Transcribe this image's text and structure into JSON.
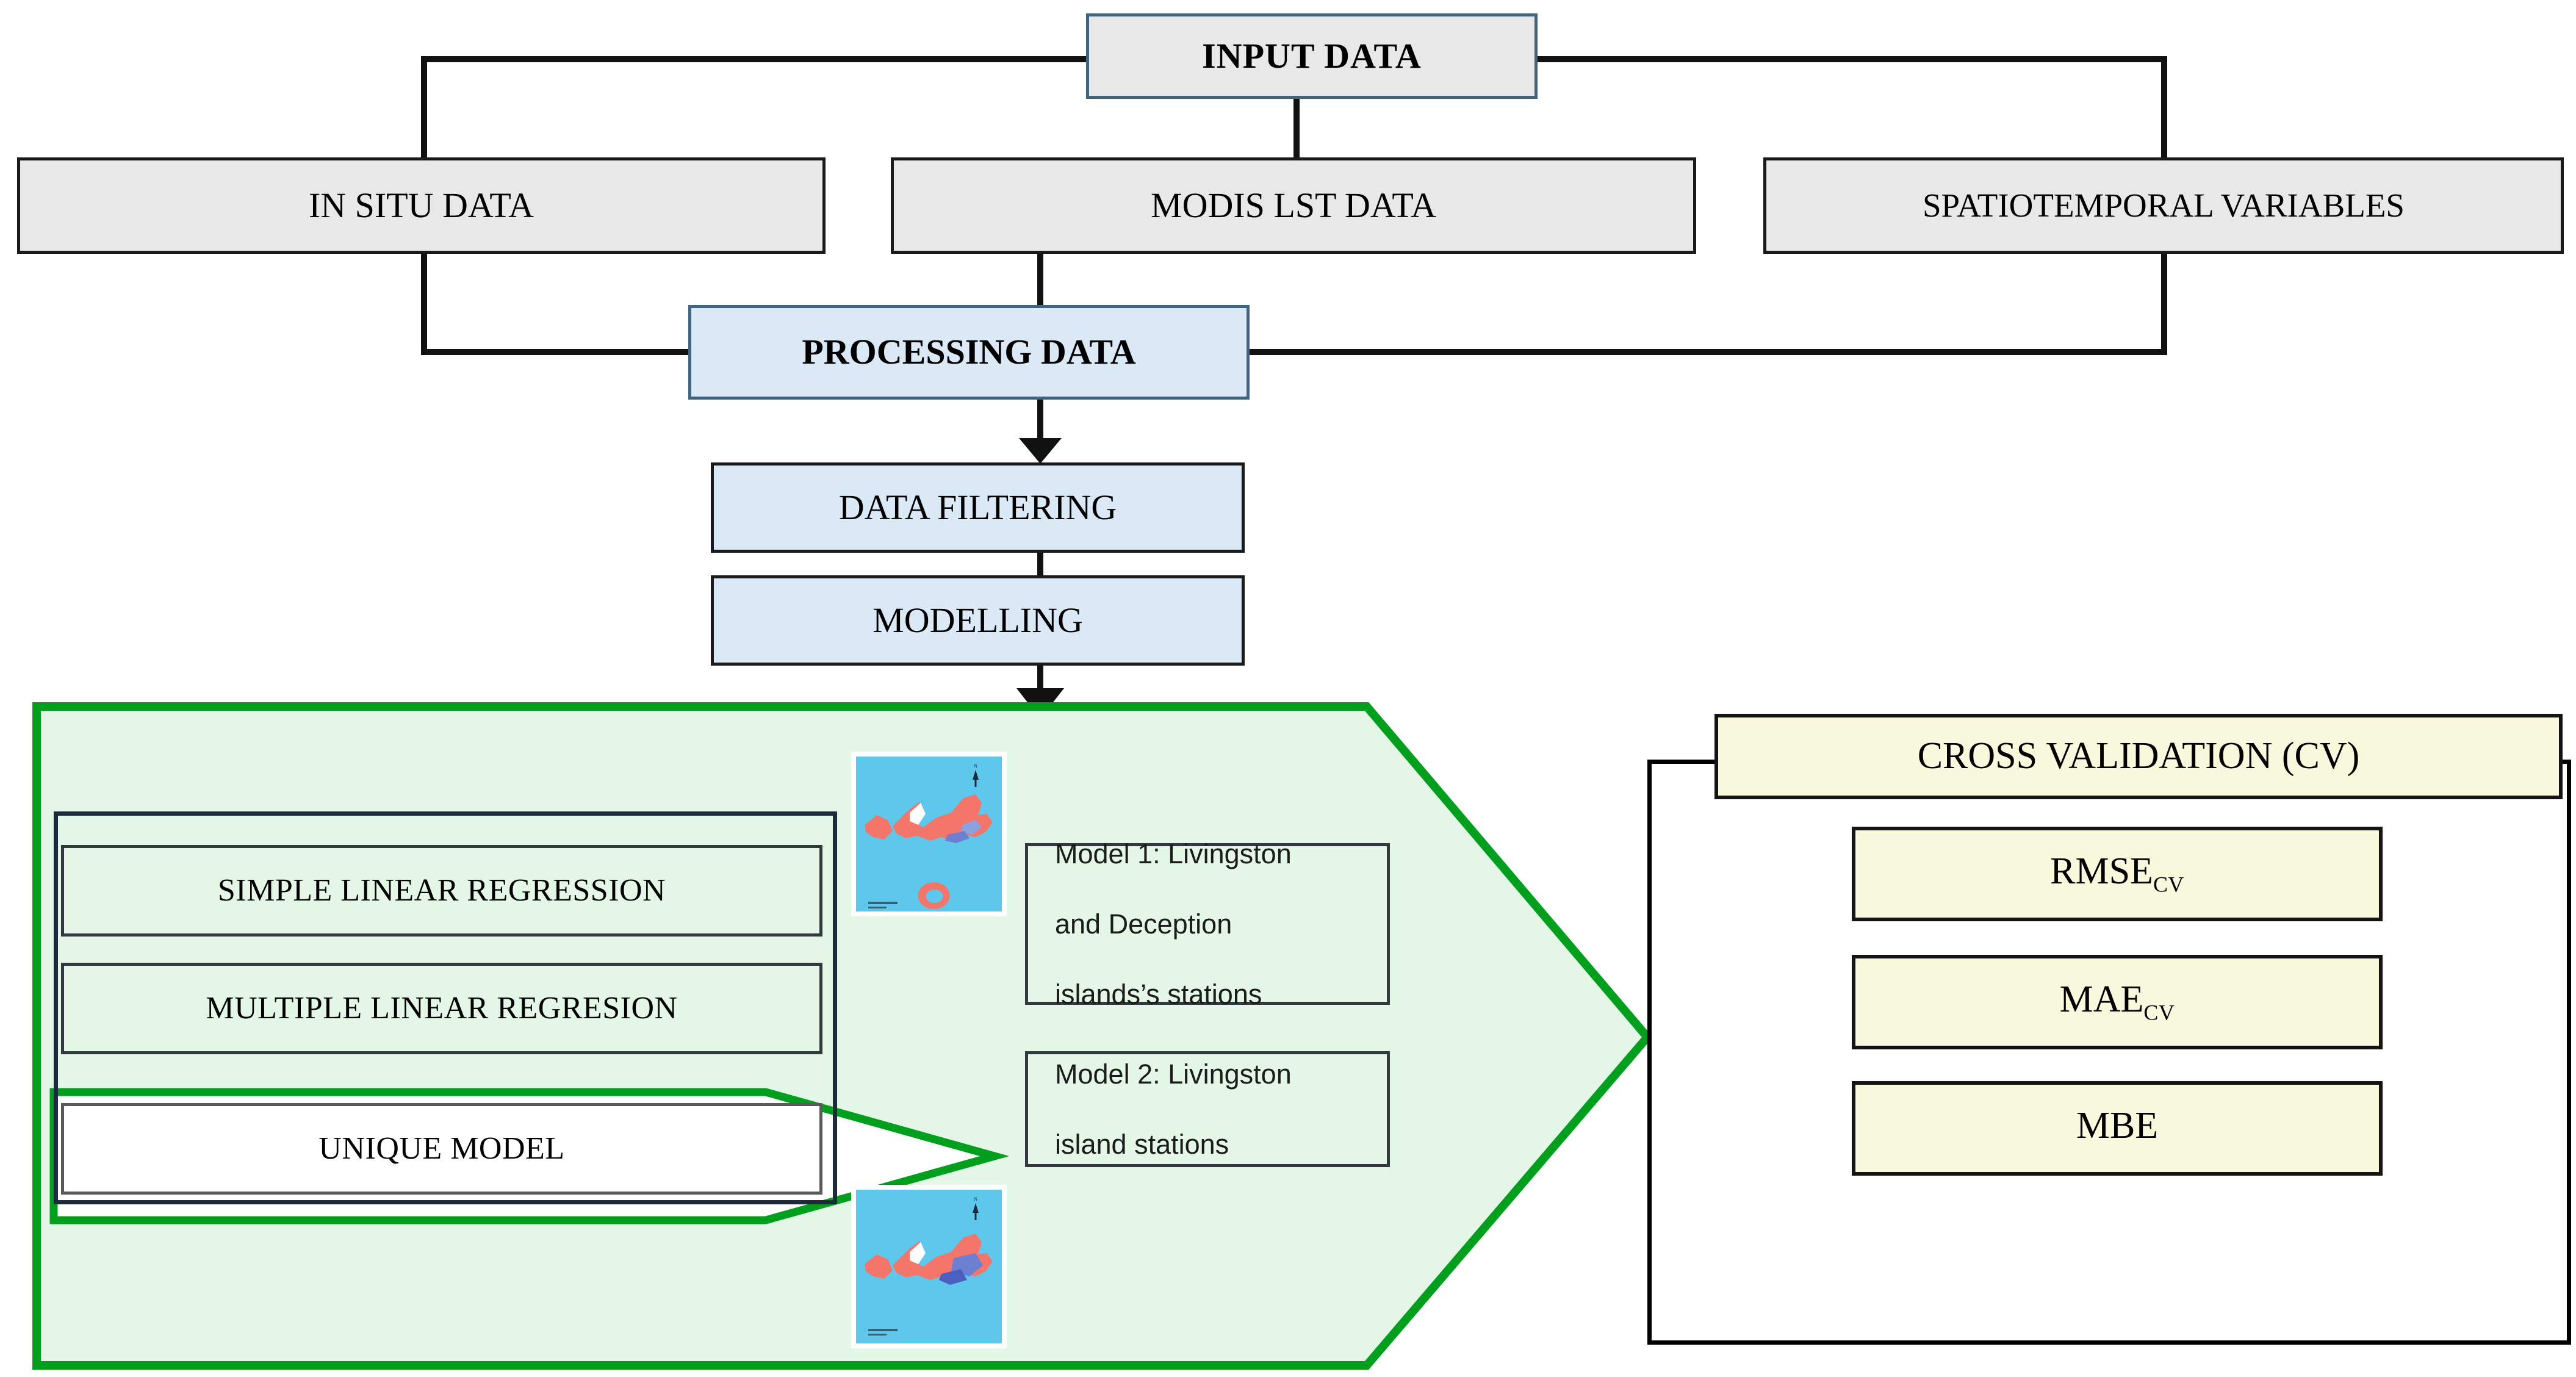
{
  "diagram": {
    "title": "LST modelling workflow flowchart",
    "colors": {
      "grey_fill": "#e8e8e8",
      "blue_fill": "#dbe8f5",
      "blue_border": "#41647f",
      "mint_fill": "#e4f7e6",
      "green_accent": "#00a01e",
      "navy_border": "#1b2b3c",
      "cream_fill": "#f8f8dc",
      "map_sea": "#5ec8ec",
      "map_land_warm": "#f4766a",
      "map_land_cool": "#6d7fd0"
    }
  },
  "top": {
    "input_data": "INPUT DATA",
    "sources": [
      {
        "label": "IN SITU DATA"
      },
      {
        "label": "MODIS LST DATA"
      },
      {
        "label": "SPATIOTEMPORAL VARIABLES"
      }
    ]
  },
  "processing": {
    "header": "PROCESSING DATA",
    "steps": [
      {
        "label": "DATA FILTERING"
      },
      {
        "label": "MODELLING"
      }
    ]
  },
  "models": {
    "methods": [
      {
        "label": "SIMPLE  LINEAR  REGRESSION"
      },
      {
        "label": "MULTIPLE  LINEAR  REGRESION"
      },
      {
        "label": "UNIQUE  MODEL"
      }
    ],
    "descriptions": [
      {
        "lines": [
          "Model 1: Livingston",
          "and Deception",
          "islands’s stations"
        ]
      },
      {
        "lines": [
          "Model 2: Livingston",
          "island stations"
        ]
      }
    ],
    "maps": [
      {
        "name": "livingston-and-deception-islands-map"
      },
      {
        "name": "livingston-island-map"
      }
    ]
  },
  "cross_validation": {
    "header": "CROSS VALIDATION (CV)",
    "metrics": [
      {
        "base": "RMSE",
        "sub": "CV"
      },
      {
        "base": "MAE",
        "sub": "CV"
      },
      {
        "base": "MBE",
        "sub": ""
      }
    ]
  }
}
